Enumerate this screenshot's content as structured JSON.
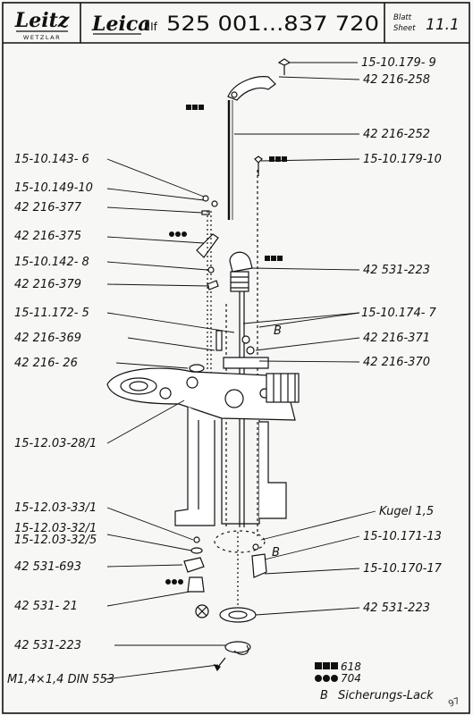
{
  "header": {
    "brand_leitz": "Leitz",
    "brand_wetzlar": "WETZLAR",
    "brand_leica": "Leica",
    "model": "IIIf",
    "serial_range": "525 001...837 720",
    "sheet_label_de": "Blatt",
    "sheet_label_en": "Sheet",
    "sheet_number": "11.1"
  },
  "parts_left": [
    "15-10.143- 6",
    "15-10.149-10",
    "42 216-377",
    "42 216-375",
    "15-10.142- 8",
    "42 216-379",
    "15-11.172- 5",
    "42 216-369",
    "42 216- 26",
    "15-12.03-28/1",
    "15-12.03-33/1",
    "15-12.03-32/1",
    "15-12.03-32/5",
    "42 531-693",
    "42 531- 21",
    "42 531-223",
    "M1,4×1,4 DIN 553"
  ],
  "parts_right": [
    "15-10.179- 9",
    "42 216-258",
    "42 216-252",
    "15-10.179-10",
    "42 531-223",
    "15-10.174- 7",
    "42 216-371",
    "42 216-370",
    "Kugel 1,5",
    "15-10.171-13",
    "15-10.170-17",
    "42 531-223"
  ],
  "markers": {
    "b1": "B",
    "b2": "B"
  },
  "legend": {
    "squares_code": "618",
    "dots_code": "704",
    "b_letter": "B",
    "b_text": "Sicherungs-Lack"
  },
  "corner_note": "97"
}
